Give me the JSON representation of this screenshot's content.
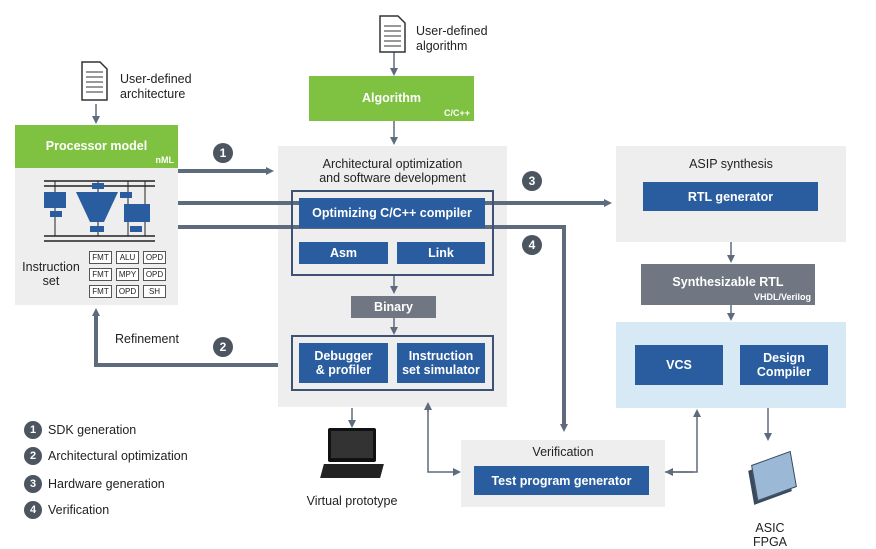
{
  "doc_top": {
    "label_line1": "User-defined",
    "label_line2": "algorithm"
  },
  "doc_left": {
    "label_line1": "User-defined",
    "label_line2": "architecture"
  },
  "algorithm": {
    "title": "Algorithm",
    "sub": "C/C++"
  },
  "processor_model": {
    "title": "Processor model",
    "sub": "nML",
    "instruction_set_line1": "Instruction",
    "instruction_set_line2": "set",
    "table": [
      [
        "FMT",
        "ALU",
        "OPD"
      ],
      [
        "FMT",
        "MPY",
        "OPD"
      ],
      [
        "FMT",
        "OPD",
        "SH"
      ]
    ]
  },
  "arch_opt": {
    "title_line1": "Architectural optimization",
    "title_line2": "and software development",
    "compiler": "Optimizing C/C++ compiler",
    "asm": "Asm",
    "link": "Link",
    "binary": "Binary",
    "debugger_line1": "Debugger",
    "debugger_line2": "& profiler",
    "iss_line1": "Instruction",
    "iss_line2": "set simulator"
  },
  "asip": {
    "title": "ASIP synthesis",
    "rtl_generator": "RTL generator"
  },
  "synth_rtl": {
    "title": "Synthesizable RTL",
    "sub": "VHDL/Verilog"
  },
  "tools": {
    "vcs": "VCS",
    "dc_line1": "Design",
    "dc_line2": "Compiler"
  },
  "verification": {
    "title": "Verification",
    "test_gen": "Test program generator"
  },
  "virtual_prototype": "Virtual prototype",
  "asic_fpga": {
    "line1": "ASIC",
    "line2": "FPGA"
  },
  "refinement": "Refinement",
  "flow_numbers": [
    "1",
    "2",
    "3",
    "4"
  ],
  "legend": [
    {
      "num": "1",
      "text": "SDK generation"
    },
    {
      "num": "2",
      "text": "Architectural optimization"
    },
    {
      "num": "3",
      "text": "Hardware generation"
    },
    {
      "num": "4",
      "text": "Verification"
    }
  ],
  "colors": {
    "blue": "#2a5d9f",
    "green": "#7fc241",
    "gray": "#707782",
    "panel": "#eeeeee",
    "light_blue": "#d6e9f5",
    "arrow": "#5e6b7d"
  }
}
